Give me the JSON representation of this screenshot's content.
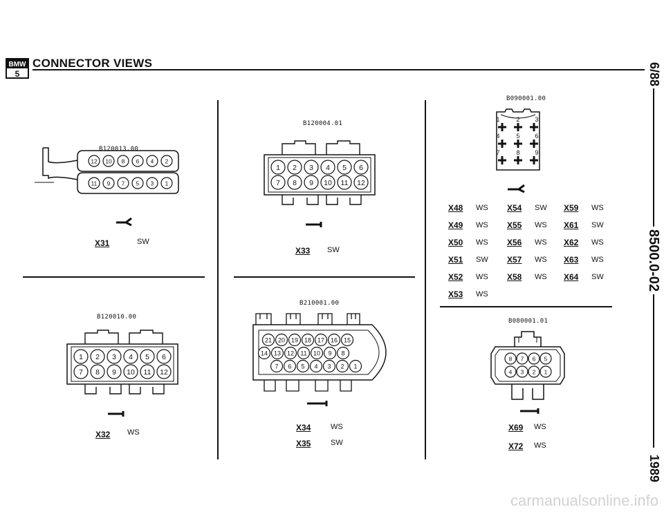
{
  "header": {
    "title": "CONNECTOR VIEWS",
    "logo_top": "BMW",
    "logo_bottom": "5"
  },
  "side": {
    "top": "6/88",
    "middle": "8500.0-02",
    "bottom": "1989"
  },
  "watermark": "carmanualsonline.info",
  "connectors": {
    "x31": {
      "code": "B120013.00",
      "name": "X31",
      "color": "SW",
      "pins_top": [
        "12",
        "10",
        "8",
        "6",
        "4",
        "2"
      ],
      "pins_bottom": [
        "11",
        "9",
        "7",
        "5",
        "3",
        "1"
      ]
    },
    "x33": {
      "code": "B120004.01",
      "name": "X33",
      "color": "SW",
      "pins_top": [
        "1",
        "2",
        "3",
        "4",
        "5",
        "6"
      ],
      "pins_bottom": [
        "7",
        "8",
        "9",
        "10",
        "11",
        "12"
      ]
    },
    "x32": {
      "code": "B120010.00",
      "name": "X32",
      "color": "WS",
      "pins_top": [
        "1",
        "2",
        "3",
        "4",
        "5",
        "6"
      ],
      "pins_bottom": [
        "7",
        "8",
        "9",
        "10",
        "11",
        "12"
      ]
    },
    "x34": {
      "code": "B210001.00",
      "rows": [
        [
          "21",
          "20",
          "19",
          "18",
          "17",
          "16",
          "15"
        ],
        [
          "14",
          "13",
          "12",
          "11",
          "10",
          "9",
          "8"
        ],
        [
          "7",
          "6",
          "5",
          "4",
          "3",
          "2",
          "1"
        ]
      ],
      "items": [
        {
          "name": "X34",
          "color": "WS"
        },
        {
          "name": "X35",
          "color": "SW"
        }
      ]
    },
    "b090": {
      "code": "B090001.00",
      "pins": [
        "1",
        "2",
        "3",
        "4",
        "5",
        "6",
        "7",
        "8",
        "9"
      ]
    },
    "b080": {
      "code": "B080001.01",
      "pins_top": [
        "8",
        "7",
        "6",
        "5"
      ],
      "pins_bottom": [
        "4",
        "3",
        "2",
        "1"
      ],
      "items": [
        {
          "name": "X69",
          "color": "WS"
        },
        {
          "name": "X72",
          "color": "WS"
        }
      ]
    }
  },
  "grid": [
    [
      {
        "name": "X48",
        "color": "WS"
      },
      {
        "name": "X54",
        "color": "SW"
      },
      {
        "name": "X59",
        "color": "WS"
      }
    ],
    [
      {
        "name": "X49",
        "color": "WS"
      },
      {
        "name": "X55",
        "color": "WS"
      },
      {
        "name": "X61",
        "color": "SW"
      }
    ],
    [
      {
        "name": "X50",
        "color": "WS"
      },
      {
        "name": "X56",
        "color": "WS"
      },
      {
        "name": "X62",
        "color": "WS"
      }
    ],
    [
      {
        "name": "X51",
        "color": "SW"
      },
      {
        "name": "X57",
        "color": "WS"
      },
      {
        "name": "X63",
        "color": "WS"
      }
    ],
    [
      {
        "name": "X52",
        "color": "WS"
      },
      {
        "name": "X58",
        "color": "WS"
      },
      {
        "name": "X64",
        "color": "SW"
      }
    ],
    [
      {
        "name": "X53",
        "color": "WS"
      }
    ]
  ]
}
